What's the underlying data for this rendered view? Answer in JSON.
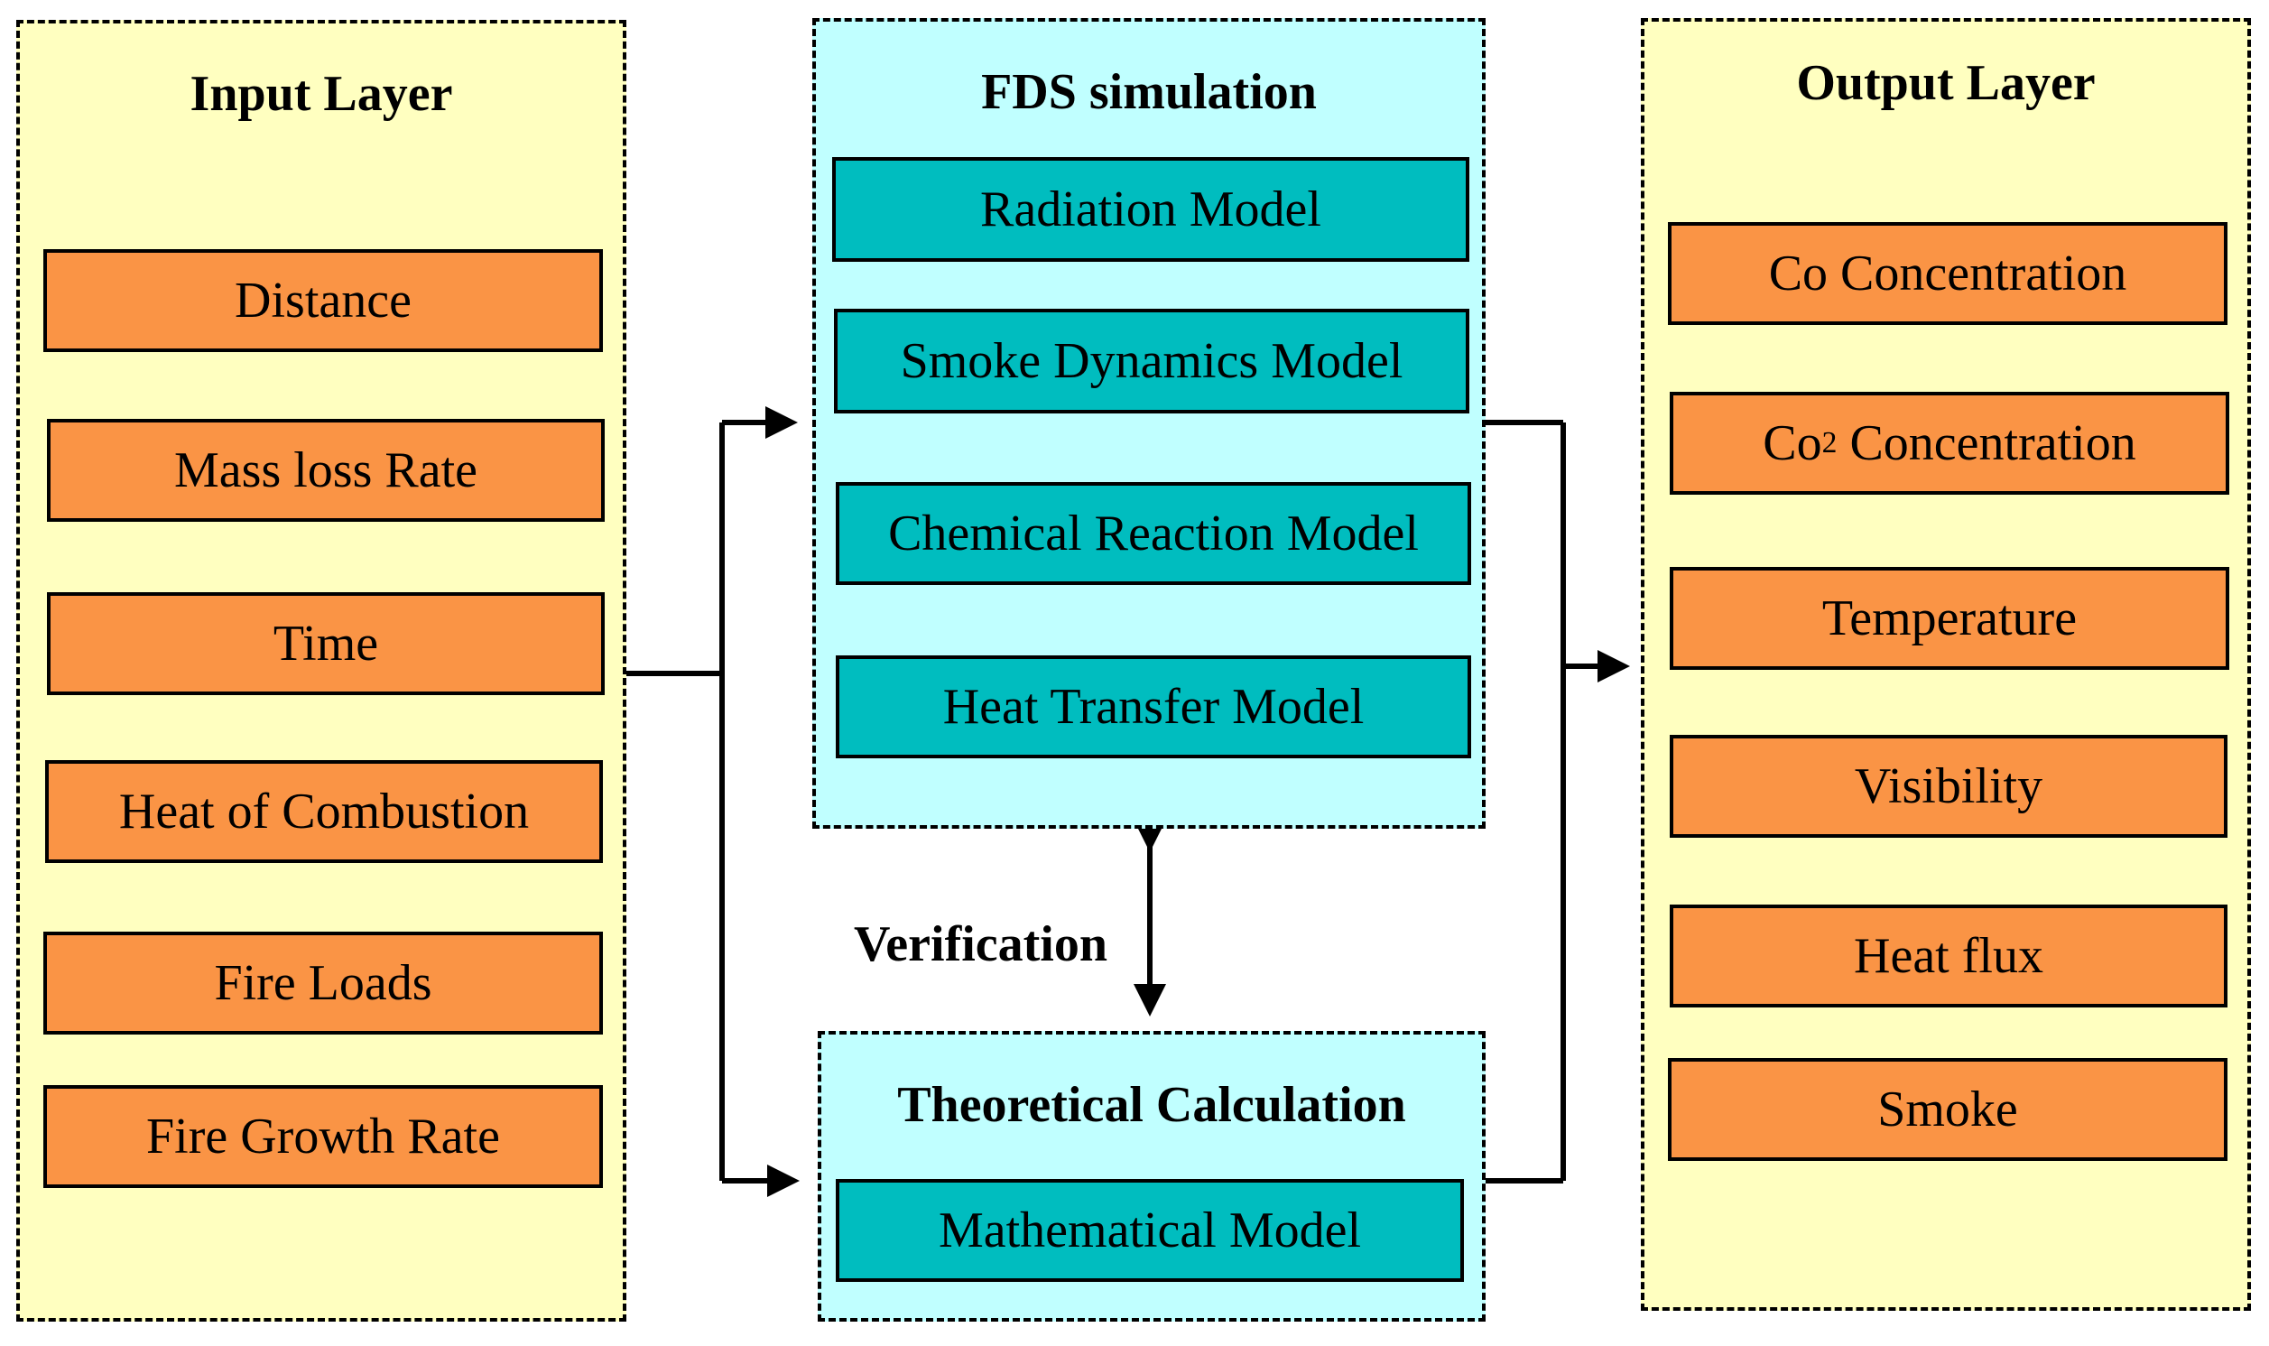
{
  "input_layer": {
    "title": "Input Layer",
    "items": [
      "Distance",
      "Mass loss Rate",
      "Time",
      "Heat of Combustion",
      "Fire Loads",
      "Fire Growth Rate"
    ]
  },
  "fds": {
    "title": "FDS simulation",
    "items": [
      "Radiation Model",
      "Smoke Dynamics Model",
      "Chemical Reaction Model",
      "Heat Transfer Model"
    ]
  },
  "theoretical": {
    "title": "Theoretical Calculation",
    "items": [
      "Mathematical Model"
    ]
  },
  "verification_label": "Verification",
  "output_layer": {
    "title": "Output Layer",
    "items": {
      "co": "Co Concentration",
      "co2_prefix": "Co",
      "co2_sub": "2",
      "co2_suffix": " Concentration",
      "temperature": "Temperature",
      "visibility": "Visibility",
      "heat_flux": "Heat flux",
      "smoke": "Smoke"
    }
  },
  "colors": {
    "layer_fill": "#ffffc0",
    "model_panel_fill": "#c0ffff",
    "input_output_box": "#fa9445",
    "model_box": "#00bdbf"
  }
}
